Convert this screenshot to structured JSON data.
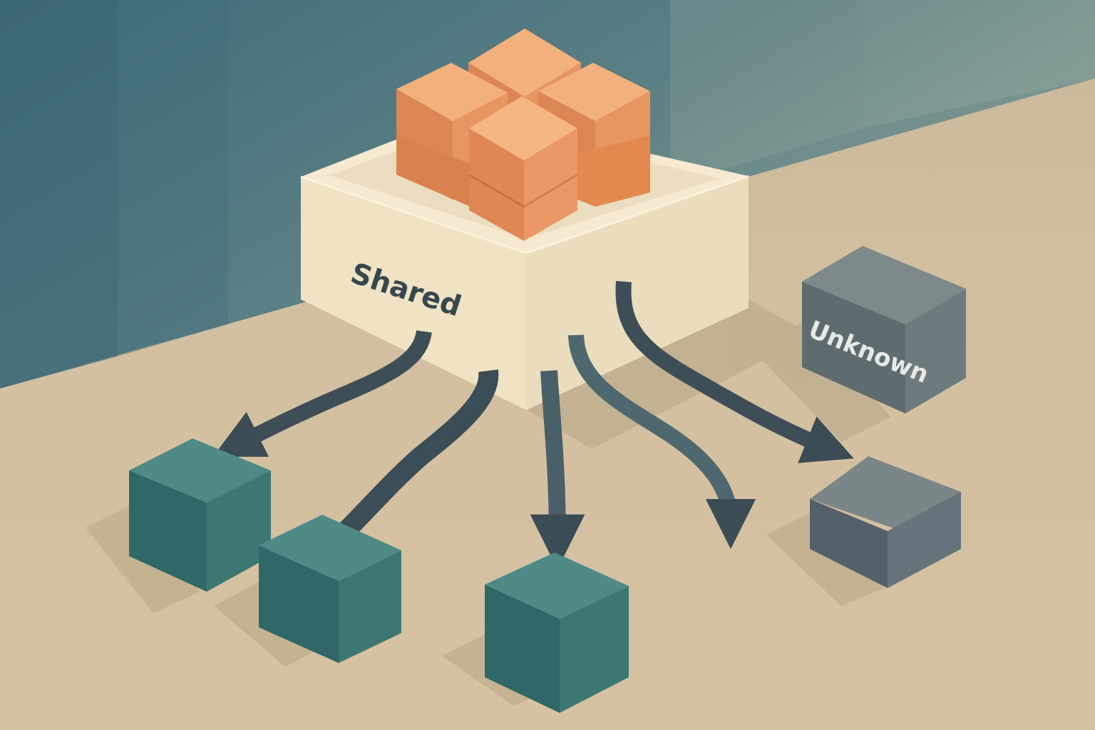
{
  "labels": {
    "shared": "Shared",
    "unknown": "Unknown"
  },
  "colors": {
    "background_wall": "#4f7580",
    "background_floor": "#d3bf9f",
    "shared_box": "#f2e5c6",
    "orange_cube": "#ec9c66",
    "teal_cube": "#3f7d7a",
    "gray_cube": "#68777a",
    "arrow": "#3d4f57"
  },
  "icons": [
    "orange-cube",
    "teal-cube",
    "gray-cube",
    "curved-arrow"
  ]
}
